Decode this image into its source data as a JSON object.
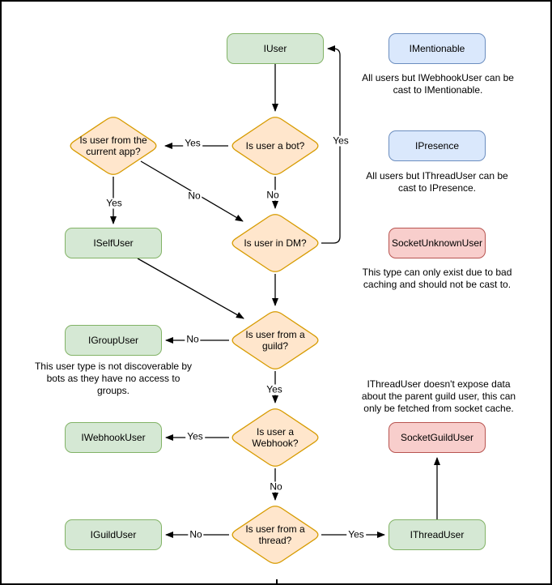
{
  "colors": {
    "interface_fill": "#d5e8d4",
    "interface_stroke": "#82b366",
    "decision_fill": "#ffe6cc",
    "decision_stroke": "#d79b00",
    "info_fill": "#dae8fc",
    "info_stroke": "#6c8ebf",
    "socket_fill": "#f8cecc",
    "socket_stroke": "#b85450",
    "edge_color": "#000000"
  },
  "nodes": {
    "iuser": {
      "label": "IUser"
    },
    "imentionable": {
      "label": "IMentionable"
    },
    "ipresence": {
      "label": "IPresence"
    },
    "socketunknownuser": {
      "label": "SocketUnknownUser"
    },
    "iselfuser": {
      "label": "ISelfUser"
    },
    "igroupuser": {
      "label": "IGroupUser"
    },
    "iwebhookuser": {
      "label": "IWebhookUser"
    },
    "iguilduser": {
      "label": "IGuildUser"
    },
    "socketguilduser": {
      "label": "SocketGuildUser"
    },
    "ithreaduser": {
      "label": "IThreadUser"
    },
    "q_bot": {
      "label": "Is user a bot?"
    },
    "q_current_app": {
      "label": "Is user from the\ncurrent app?"
    },
    "q_dm": {
      "label": "Is user in DM?"
    },
    "q_guild": {
      "label": "Is user from a\nguild?"
    },
    "q_webhook": {
      "label": "Is user a\nWebhook?"
    },
    "q_thread": {
      "label": "Is user from a\nthread?"
    }
  },
  "notes": {
    "imentionable": "All users but IWebhookUser can be\ncast to IMentionable.",
    "ipresence": "All users but IThreadUser can be\ncast to IPresence.",
    "socketunknownuser": "This type can only exist due to bad\ncaching and should not be cast to.",
    "igroupuser": "This user type is not discoverable by\nbots as they have no access to\ngroups.",
    "socketguilduser": "IThreadUser doesn't expose data\nabout the parent guild user, this can\nonly be fetched from socket cache."
  },
  "edge_labels": {
    "bot_yes": "Yes",
    "bot_no": "No",
    "dm_yes": "Yes",
    "current_app_yes": "Yes",
    "current_app_no": "No",
    "guild_no": "No",
    "guild_yes": "Yes",
    "webhook_yes": "Yes",
    "webhook_no": "No",
    "thread_no": "No",
    "thread_yes": "Yes"
  }
}
